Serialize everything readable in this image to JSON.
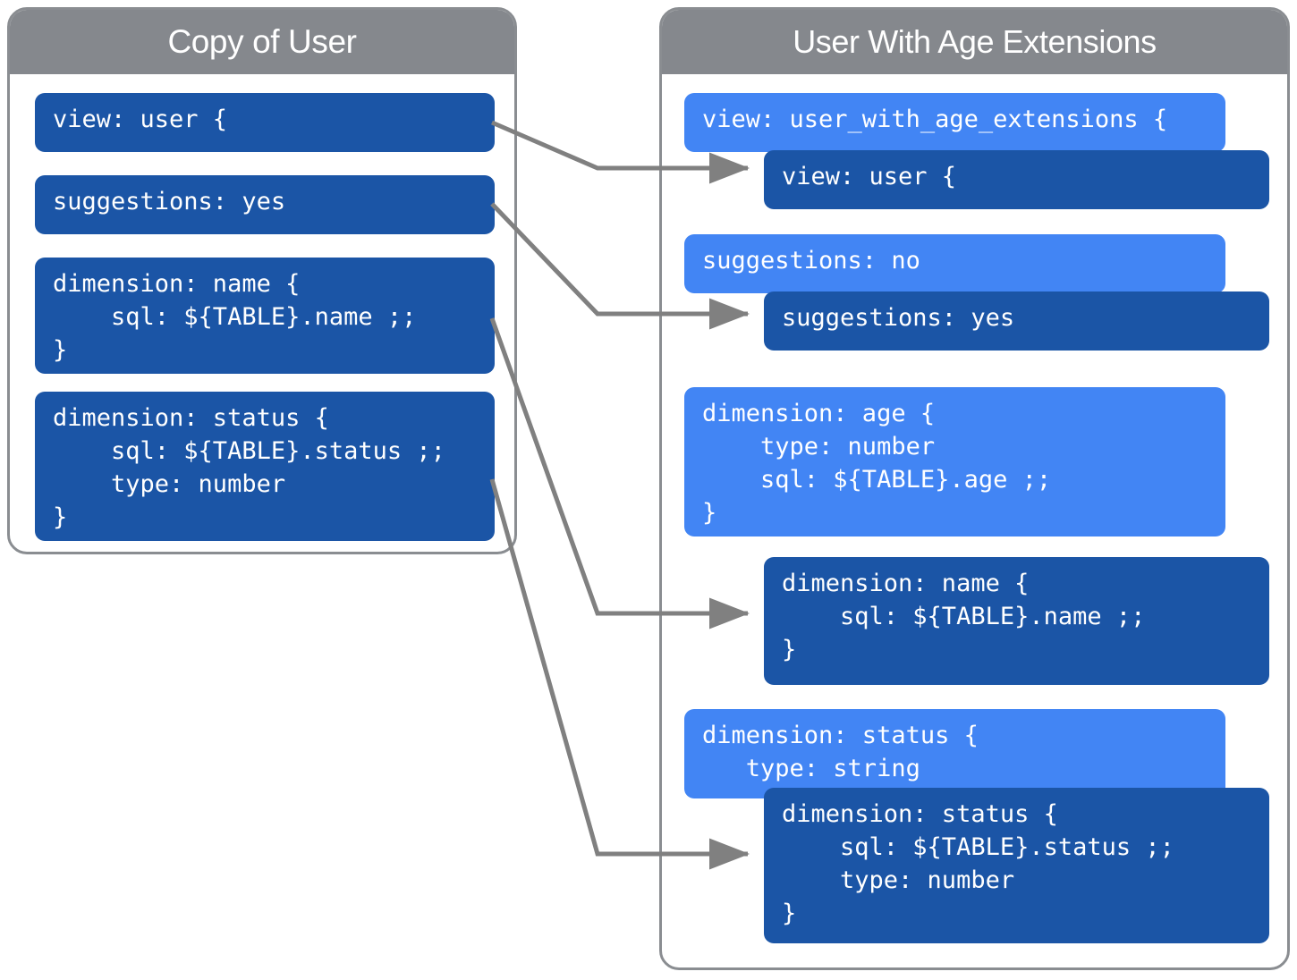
{
  "colors": {
    "header_gray": "#85888D",
    "panel_border": "#8A8D91",
    "blue_dark": "#1B55A6",
    "blue_light": "#4285F4",
    "connector_gray": "#808080",
    "text_white": "#FFFFFF",
    "background": "#FFFFFF"
  },
  "panels": {
    "left": {
      "title": "Copy of User",
      "blocks": [
        {
          "id": "left-view",
          "text": "view: user {"
        },
        {
          "id": "left-sugg",
          "text": "suggestions: yes"
        },
        {
          "id": "left-dim-name",
          "text": "dimension: name {\n    sql: ${TABLE}.name ;;\n}"
        },
        {
          "id": "left-dim-status",
          "text": "dimension: status {\n    sql: ${TABLE}.status ;;\n    type: number\n}"
        }
      ]
    },
    "right": {
      "title": "User With Age Extensions",
      "blocks": [
        {
          "id": "right-view-ext",
          "shade": "light",
          "text": "view: user_with_age_extensions {"
        },
        {
          "id": "right-view-user",
          "shade": "dark",
          "text": "view: user {"
        },
        {
          "id": "right-sugg-no",
          "shade": "light",
          "text": "suggestions: no"
        },
        {
          "id": "right-sugg-yes",
          "shade": "dark",
          "text": "suggestions: yes"
        },
        {
          "id": "right-dim-age",
          "shade": "light",
          "text": "dimension: age {\n    type: number\n    sql: ${TABLE}.age ;;\n}"
        },
        {
          "id": "right-dim-name",
          "shade": "dark",
          "text": "dimension: name {\n    sql: ${TABLE}.name ;;\n}"
        },
        {
          "id": "right-dim-status-l",
          "shade": "light",
          "text": "dimension: status {\n   type: string"
        },
        {
          "id": "right-dim-status-d",
          "shade": "dark",
          "text": "dimension: status {\n    sql: ${TABLE}.status ;;\n    type: number\n}"
        }
      ]
    }
  },
  "connectors": [
    {
      "id": "conn-view",
      "from": "left-view",
      "to": "right-view-user"
    },
    {
      "id": "conn-suggestions",
      "from": "left-sugg",
      "to": "right-sugg-yes"
    },
    {
      "id": "conn-dim-name",
      "from": "left-dim-name",
      "to": "right-dim-name"
    },
    {
      "id": "conn-dim-status",
      "from": "left-dim-status",
      "to": "right-dim-status-d"
    }
  ]
}
